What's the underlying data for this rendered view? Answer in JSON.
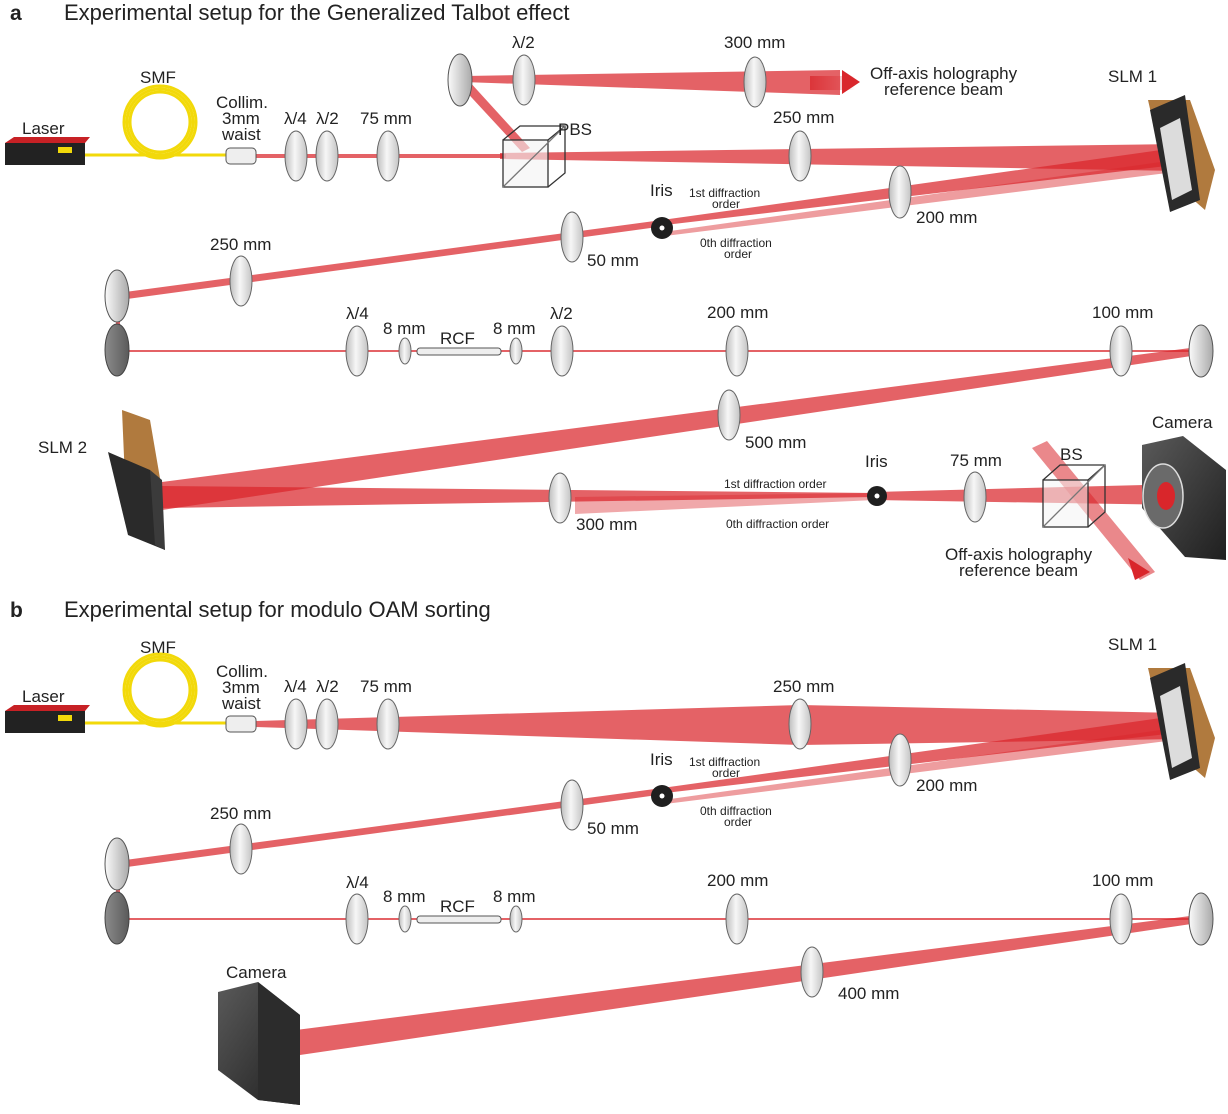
{
  "panel_a": {
    "letter": "a",
    "title": "Experimental setup for the Generalized Talbot effect",
    "laser": "Laser",
    "smf": "SMF",
    "collim_1": "Collim.",
    "collim_2": "3mm",
    "collim_3": "waist",
    "qwp": "λ/4",
    "hwp": "λ/2",
    "lens_75": "75 mm",
    "hwp_top": "λ/2",
    "lens_300_top": "300 mm",
    "ref_1": "Off-axis holography",
    "ref_2": "reference beam",
    "pbs": "PBS",
    "lens_250_top": "250 mm",
    "slm1": "SLM 1",
    "iris": "Iris",
    "order1_1": "1st diffraction",
    "order1_2": "order",
    "order0_1": "0th diffraction",
    "order0_2": "order",
    "lens_200": "200 mm",
    "lens_50": "50 mm",
    "lens_250_left": "250 mm",
    "qwp_row": "λ/4",
    "obj_8_left": "8 mm",
    "rcf": "RCF",
    "obj_8_right": "8 mm",
    "hwp_row": "λ/2",
    "lens_200_row": "200 mm",
    "lens_100": "100 mm",
    "slm2": "SLM 2",
    "lens_500": "500 mm",
    "iris2": "Iris",
    "lens_75_b": "75 mm",
    "bs": "BS",
    "camera": "Camera",
    "order1_line": "1st diffraction order",
    "order0_line": "0th diffraction order",
    "lens_300": "300 mm",
    "ref2_1": "Off-axis holography",
    "ref2_2": "reference beam"
  },
  "panel_b": {
    "letter": "b",
    "title": "Experimental setup for modulo OAM sorting",
    "laser": "Laser",
    "smf": "SMF",
    "collim_1": "Collim.",
    "collim_2": "3mm",
    "collim_3": "waist",
    "qwp": "λ/4",
    "hwp": "λ/2",
    "lens_75": "75 mm",
    "lens_250_top": "250 mm",
    "slm1": "SLM 1",
    "iris": "Iris",
    "order1_1": "1st diffraction",
    "order1_2": "order",
    "order0_1": "0th diffraction",
    "order0_2": "order",
    "lens_200": "200 mm",
    "lens_50": "50 mm",
    "lens_250_left": "250 mm",
    "qwp_row": "λ/4",
    "obj_8_left": "8 mm",
    "rcf": "RCF",
    "obj_8_right": "8 mm",
    "lens_200_row": "200 mm",
    "lens_100": "100 mm",
    "camera": "Camera",
    "lens_400": "400 mm"
  },
  "colors": {
    "beam": "#d9262b",
    "fiber": "#f2d90a",
    "device": "#2a2a2a",
    "lens": "#e6e6e6"
  }
}
